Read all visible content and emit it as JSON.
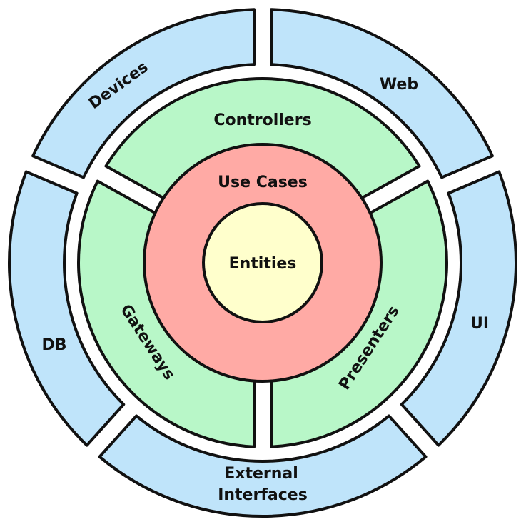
{
  "diagram": {
    "title": "",
    "colors": {
      "outer_ring": "#bfe4fa",
      "middle_ring": "#b8f7c8",
      "inner_ring": "#ffaaa5",
      "core": "#ffffcc",
      "outline": "#111111",
      "background": "#ffffff"
    },
    "core": {
      "label": "Entities"
    },
    "inner_ring": {
      "label": "Use Cases"
    },
    "middle_ring": {
      "segments": [
        {
          "id": "controllers",
          "label": "Controllers"
        },
        {
          "id": "presenters",
          "label": "Presenters"
        },
        {
          "id": "gateways",
          "label": "Gateways"
        }
      ]
    },
    "outer_ring": {
      "segments": [
        {
          "id": "web",
          "label": "Web"
        },
        {
          "id": "ui",
          "label": "UI"
        },
        {
          "id": "external-interfaces",
          "label_line1": "External",
          "label_line2": "Interfaces"
        },
        {
          "id": "db",
          "label": "DB"
        },
        {
          "id": "devices",
          "label": "Devices"
        }
      ]
    }
  }
}
